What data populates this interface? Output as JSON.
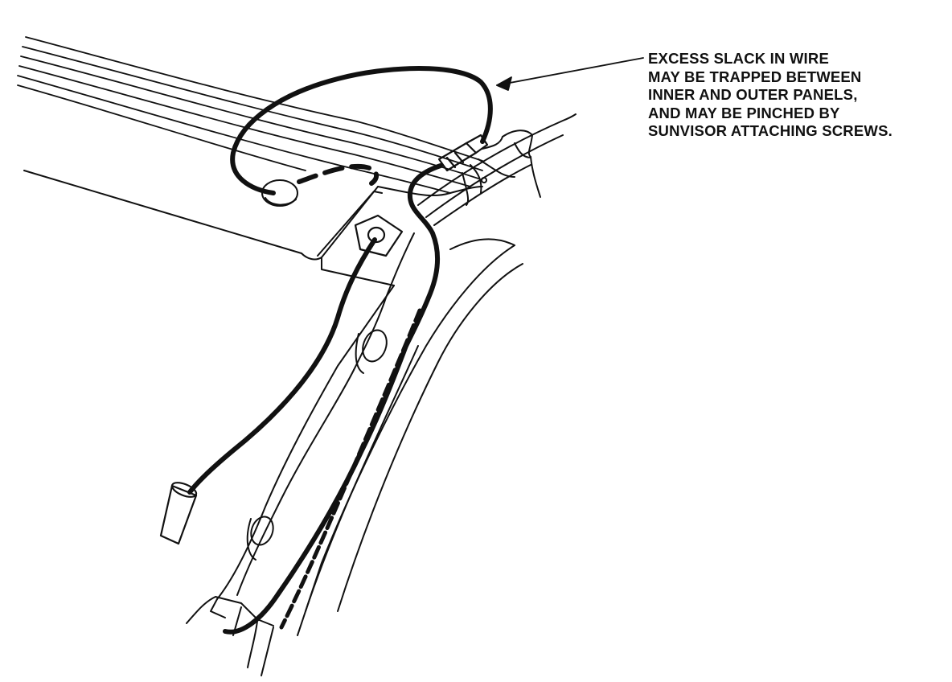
{
  "callout": {
    "lines": [
      "EXCESS SLACK IN WIRE",
      "MAY BE TRAPPED BETWEEN",
      "INNER AND OUTER PANELS,",
      "AND MAY BE PINCHED BY",
      "SUNVISOR ATTACHING SCREWS."
    ]
  },
  "colors": {
    "ink": "#111111",
    "background": "#ffffff"
  }
}
